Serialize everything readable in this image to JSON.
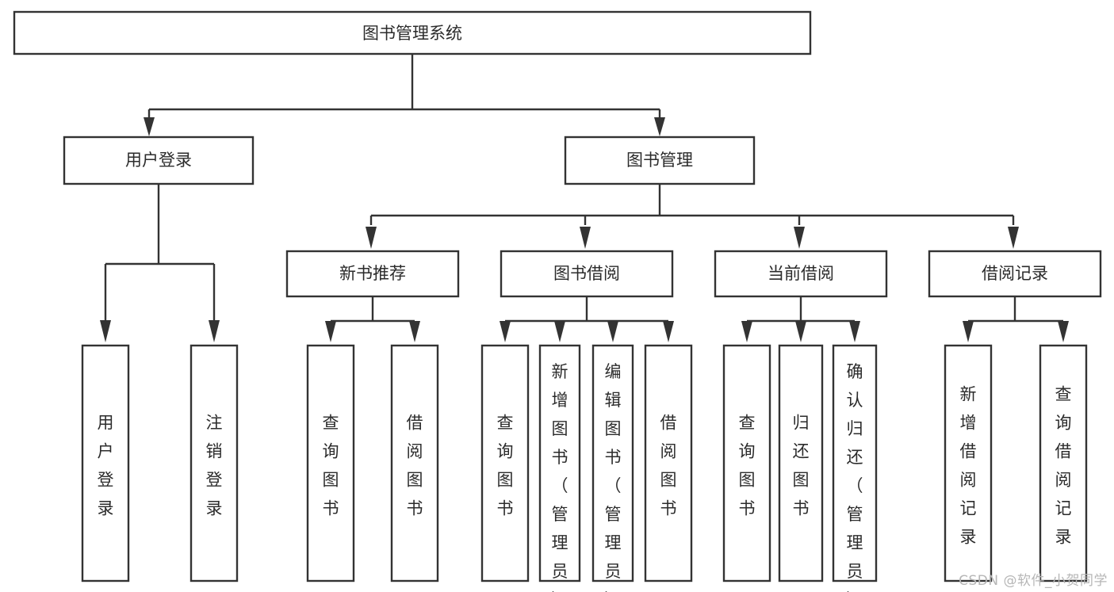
{
  "diagram": {
    "type": "tree",
    "title": "图书管理系统",
    "root": {
      "id": "root",
      "label": "图书管理系统",
      "orientation": "horizontal"
    },
    "level1": [
      {
        "id": "user-login",
        "label": "用户登录",
        "orientation": "horizontal"
      },
      {
        "id": "book-manage",
        "label": "图书管理",
        "orientation": "horizontal"
      }
    ],
    "level2": [
      {
        "id": "new-book-recommend",
        "label": "新书推荐",
        "orientation": "horizontal",
        "parent": "book-manage"
      },
      {
        "id": "book-borrow",
        "label": "图书借阅",
        "orientation": "horizontal",
        "parent": "book-manage"
      },
      {
        "id": "current-borrow",
        "label": "当前借阅",
        "orientation": "horizontal",
        "parent": "book-manage"
      },
      {
        "id": "borrow-record",
        "label": "借阅记录",
        "orientation": "horizontal",
        "parent": "book-manage"
      }
    ],
    "leaves": [
      {
        "id": "leaf-user-login",
        "label": "用户登录",
        "orientation": "vertical",
        "parent": "user-login"
      },
      {
        "id": "leaf-user-logout",
        "label": "注销登录",
        "orientation": "vertical",
        "parent": "user-login"
      },
      {
        "id": "leaf-query-book-1",
        "label": "查询图书",
        "orientation": "vertical",
        "parent": "new-book-recommend"
      },
      {
        "id": "leaf-borrow-book-1",
        "label": "借阅图书",
        "orientation": "vertical",
        "parent": "new-book-recommend"
      },
      {
        "id": "leaf-query-book-2",
        "label": "查询图书",
        "orientation": "vertical",
        "parent": "book-borrow"
      },
      {
        "id": "leaf-add-book",
        "label": "新增图书（管理员）",
        "orientation": "vertical",
        "parent": "book-borrow"
      },
      {
        "id": "leaf-edit-book",
        "label": "编辑图书（管理员）",
        "orientation": "vertical",
        "parent": "book-borrow"
      },
      {
        "id": "leaf-borrow-book-2",
        "label": "借阅图书",
        "orientation": "vertical",
        "parent": "book-borrow"
      },
      {
        "id": "leaf-query-book-3",
        "label": "查询图书",
        "orientation": "vertical",
        "parent": "current-borrow"
      },
      {
        "id": "leaf-return-book",
        "label": "归还图书",
        "orientation": "vertical",
        "parent": "current-borrow"
      },
      {
        "id": "leaf-confirm-return",
        "label": "确认归还（管理员）",
        "orientation": "vertical",
        "parent": "current-borrow"
      },
      {
        "id": "leaf-add-record",
        "label": "新增借阅记录",
        "orientation": "vertical",
        "parent": "borrow-record"
      },
      {
        "id": "leaf-query-record",
        "label": "查询借阅记录",
        "orientation": "vertical",
        "parent": "borrow-record"
      }
    ]
  },
  "watermark": {
    "text": "CSDN @软件_小贺同学"
  },
  "colors": {
    "box_stroke": "#333333",
    "box_fill": "#ffffff",
    "text": "#2b2b2b",
    "background": "#ffffff",
    "watermark": "#b6b6b6"
  }
}
